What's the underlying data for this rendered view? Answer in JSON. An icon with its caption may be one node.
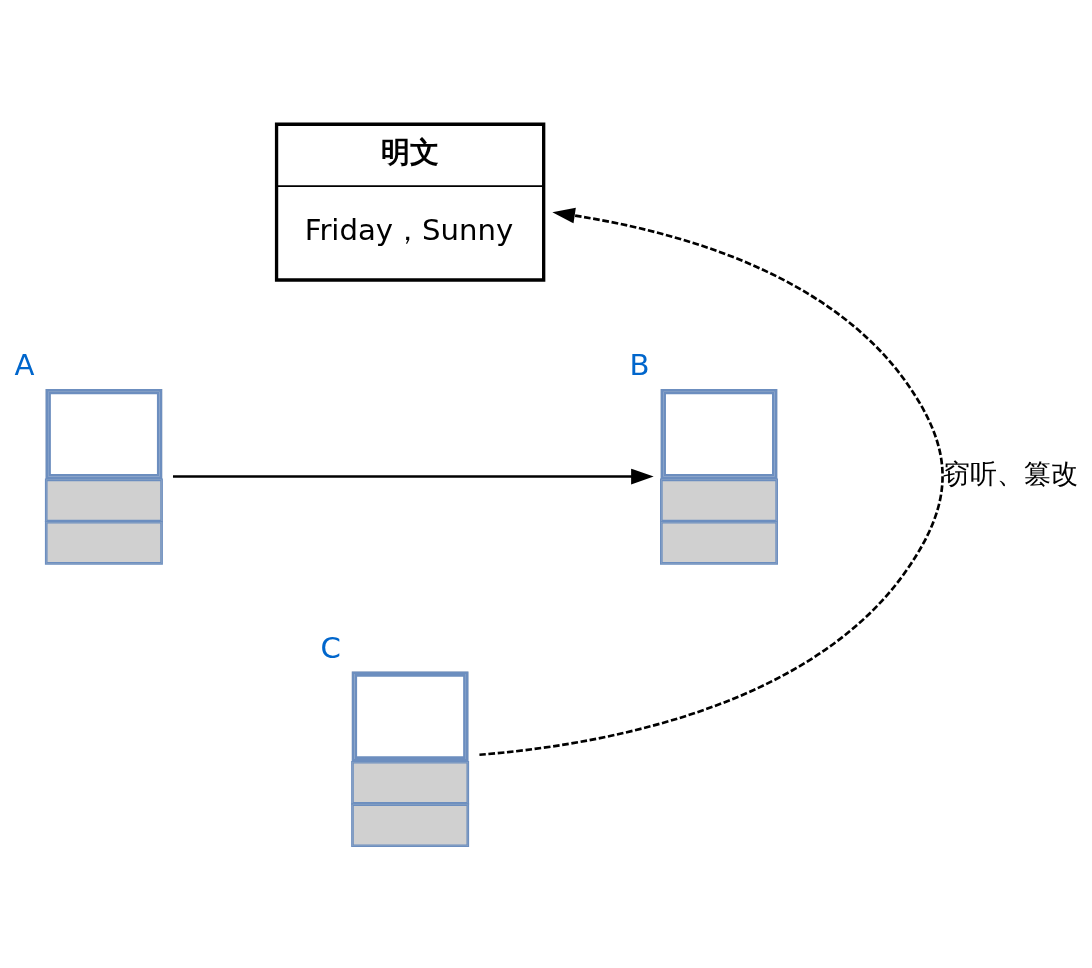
{
  "diagram": {
    "nodes": [
      {
        "text": [
          "明文",
          "Friday，Sunny"
        ]
      },
      {
        "text": [],
        "shape": "computer",
        "beside": [
          "A"
        ]
      },
      {
        "text": [],
        "shape": "computer",
        "beside": [
          "B"
        ]
      },
      {
        "text": [],
        "shape": "computer",
        "beside": [
          "C"
        ]
      }
    ],
    "edges": [
      {
        "from": 1,
        "to": 2,
        "arrow": "to"
      },
      {
        "from": 3,
        "to": 0,
        "arrow": "to",
        "style": "dashed",
        "label": "窃听、篡改"
      }
    ]
  }
}
